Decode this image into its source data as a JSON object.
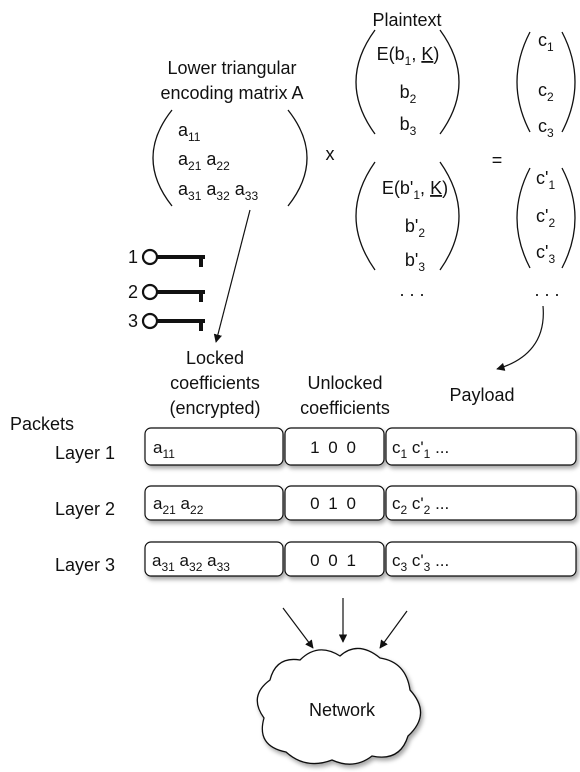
{
  "matrix": {
    "title_line1": "Lower triangular",
    "title_line2": "encoding matrix A",
    "rows": [
      [
        {
          "b": "a",
          "s": "11"
        }
      ],
      [
        {
          "b": "a",
          "s": "21"
        },
        {
          "b": " a",
          "s": "22"
        }
      ],
      [
        {
          "b": "a",
          "s": "31"
        },
        {
          "b": " a",
          "s": "32"
        },
        {
          "b": " a",
          "s": "33"
        }
      ]
    ],
    "times_symbol": "x"
  },
  "plaintext": {
    "title": "Plaintext",
    "block1": [
      [
        {
          "b": "E(b"
        },
        {
          "s": "1"
        },
        {
          "b": ", "
        },
        {
          "u": "K"
        },
        {
          "b": ")"
        }
      ],
      [
        {
          "b": "b"
        },
        {
          "s": "2"
        }
      ],
      [
        {
          "b": "b"
        },
        {
          "s": "3"
        }
      ]
    ],
    "block2": [
      [
        {
          "b": "E(b'"
        },
        {
          "s": "1"
        },
        {
          "b": ", "
        },
        {
          "u": "K"
        },
        {
          "b": ")"
        }
      ],
      [
        {
          "b": "b'"
        },
        {
          "s": "2"
        }
      ],
      [
        {
          "b": "b'"
        },
        {
          "s": "3"
        }
      ]
    ],
    "ellipsis": ". . ."
  },
  "equals_symbol": "=",
  "coded": {
    "block1": [
      [
        {
          "b": "c"
        },
        {
          "s": "1"
        }
      ],
      [
        {
          "b": "c"
        },
        {
          "s": "2"
        }
      ],
      [
        {
          "b": "c"
        },
        {
          "s": "3"
        }
      ]
    ],
    "block2": [
      [
        {
          "b": "c'"
        },
        {
          "s": "1"
        }
      ],
      [
        {
          "b": "c'"
        },
        {
          "s": "2"
        }
      ],
      [
        {
          "b": "c'"
        },
        {
          "s": "3"
        }
      ]
    ],
    "ellipsis": ". . ."
  },
  "keys": [
    "1",
    "2",
    "3"
  ],
  "labels": {
    "locked_line1": "Locked",
    "locked_line2": "coefficients",
    "locked_line3": "(encrypted)",
    "unlocked_line1": "Unlocked",
    "unlocked_line2": "coefficients",
    "payload": "Payload",
    "packets": "Packets"
  },
  "layers": [
    {
      "name": "Layer 1",
      "locked": [
        {
          "b": "a",
          "s": "11"
        }
      ],
      "unlocked": "1 0 0",
      "payload": [
        {
          "b": "c"
        },
        {
          "s": "1"
        },
        {
          "b": " c'"
        },
        {
          "s": "1"
        },
        {
          "b": " ..."
        }
      ]
    },
    {
      "name": "Layer 2",
      "locked": [
        {
          "b": "a",
          "s": "21"
        },
        {
          "b": " a",
          "s": "22"
        }
      ],
      "unlocked": "0 1 0",
      "payload": [
        {
          "b": "c"
        },
        {
          "s": "2"
        },
        {
          "b": " c'"
        },
        {
          "s": "2"
        },
        {
          "b": " ..."
        }
      ]
    },
    {
      "name": "Layer 3",
      "locked": [
        {
          "b": "a",
          "s": "31"
        },
        {
          "b": " a",
          "s": "32"
        },
        {
          "b": " a",
          "s": "33"
        }
      ],
      "unlocked": "0 0 1",
      "payload": [
        {
          "b": "c"
        },
        {
          "s": "3"
        },
        {
          "b": " c'"
        },
        {
          "s": "3"
        },
        {
          "b": " ..."
        }
      ]
    }
  ],
  "network": {
    "label": "Network"
  }
}
